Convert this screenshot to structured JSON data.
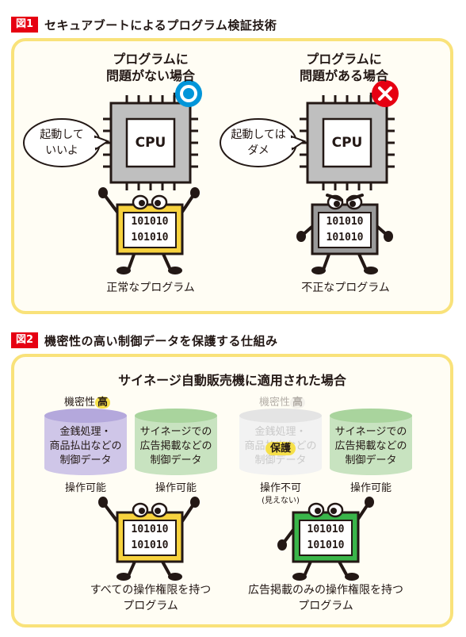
{
  "fig1": {
    "label": "図1",
    "title": "セキュアブートによるプログラム検証技術",
    "left": {
      "heading": [
        "プログラムに",
        "問題がない場合"
      ],
      "bubble": [
        "起動して",
        "いいよ"
      ],
      "cpu": "CPU",
      "code": [
        "101010",
        "101010"
      ],
      "caption": "正常なプログラム",
      "status_icon": "circle-ok-icon",
      "status_color": "#0095d9"
    },
    "right": {
      "heading": [
        "プログラムに",
        "問題がある場合"
      ],
      "bubble": [
        "起動しては",
        "ダメ"
      ],
      "cpu": "CPU",
      "code": [
        "101010",
        "101010"
      ],
      "caption": "不正なプログラム",
      "status_icon": "cross-ng-icon",
      "status_color": "#e60012"
    }
  },
  "fig2": {
    "label": "図2",
    "title": "機密性の高い制御データを保護する仕組み",
    "heading": "サイネージ自動販売機に適用された場合",
    "secret_prefix": "機密性",
    "secret_level": "高",
    "left": {
      "cyl_purple": [
        "金銭処理・",
        "商品払出などの",
        "制御データ"
      ],
      "cyl_green": [
        "サイネージでの",
        "広告掲載などの",
        "制御データ"
      ],
      "op_purple": "操作可能",
      "op_green": "操作可能",
      "code": [
        "101010",
        "101010"
      ],
      "caption": [
        "すべての操作権限を持つ",
        "プログラム"
      ]
    },
    "right": {
      "cyl_purple": [
        "金銭処理・",
        "商品払出などの",
        "制御データ"
      ],
      "protect": "保護",
      "cyl_green": [
        "サイネージでの",
        "広告掲載などの",
        "制御データ"
      ],
      "op_purple": "操作不可",
      "op_purple_note": "(見えない)",
      "op_green": "操作可能",
      "code": [
        "101010",
        "101010"
      ],
      "caption": [
        "広告掲載のみの操作権限を持つ",
        "プログラム"
      ]
    },
    "colors": {
      "purple": "#cfc6e8",
      "green": "#c8e3c0",
      "faded": "#f0f0f0",
      "robot_yellow": "#f7d23e",
      "robot_green": "#3ab54a"
    }
  }
}
